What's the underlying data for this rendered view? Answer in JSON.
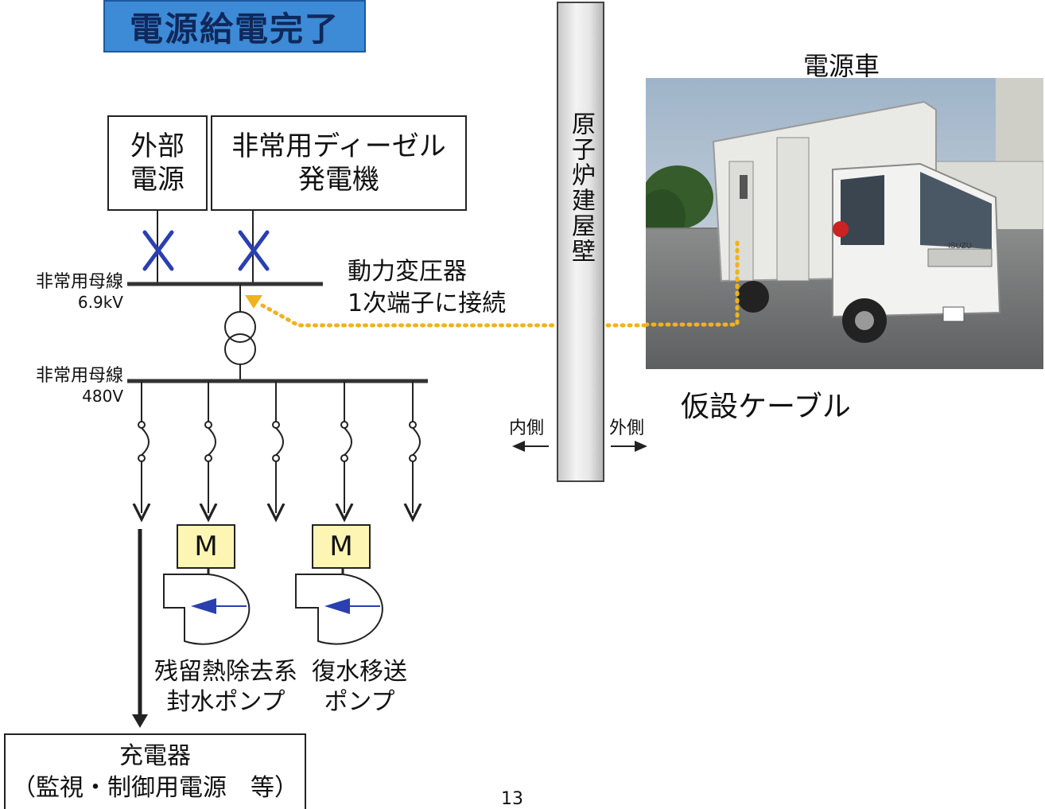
{
  "title": "電源給電完了",
  "power_source_truck_label": "電源車",
  "external_power": {
    "line1": "外部",
    "line2": "電源"
  },
  "emergency_diesel": {
    "line1": "非常用ディーゼル",
    "line2": "発電機"
  },
  "bus_high": {
    "name": "非常用母線",
    "voltage": "6.9kV"
  },
  "bus_low": {
    "name": "非常用母線",
    "voltage": "480V"
  },
  "transformer_connection": {
    "line1": "動力変圧器",
    "line2": "1次端子に接続"
  },
  "reactor_building_wall": "原子炉建屋壁",
  "inside_label": "内側",
  "outside_label": "外側",
  "temporary_cable_label": "仮設ケーブル",
  "motor_symbol": "M",
  "pump1": {
    "line1": "残留熱除去系",
    "line2": "封水ポンプ"
  },
  "pump2": {
    "line1": "復水移送",
    "line2": "ポンプ"
  },
  "charger": {
    "line1": "充電器",
    "line2": "（監視・制御用電源　等）"
  },
  "page_number": "13",
  "truck_markings": {
    "brand": "ISUZU"
  },
  "colors": {
    "banner": "#3d8ad6",
    "breaker_x": "#2a3fb0",
    "cable": "#f0b21e",
    "motor_fill": "#fdf5b4",
    "flow_arrow": "#2a3fb0"
  }
}
